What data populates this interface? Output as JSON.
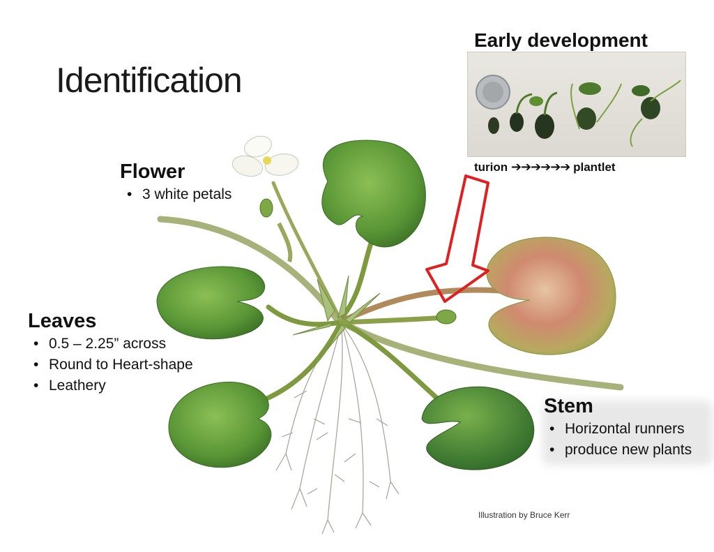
{
  "slide": {
    "title": "Identification",
    "flower": {
      "heading": "Flower",
      "bullets": [
        "3 white petals"
      ]
    },
    "leaves": {
      "heading": "Leaves",
      "bullets": [
        "0.5 – 2.25” across",
        "Round to Heart-shape",
        "Leathery"
      ]
    },
    "stem": {
      "heading": "Stem",
      "bullets": [
        "Horizontal runners",
        "produce new plants"
      ]
    },
    "early": {
      "heading": "Early development",
      "start_label": "turion",
      "arrows": "➔➔➔➔➔➔",
      "end_label": "plantlet"
    },
    "credit": "Illustration by Bruce Kerr"
  },
  "colors": {
    "leaf": "#5f9a3a",
    "leaf_dark": "#3f7a2a",
    "callout_arrow": "#e02020",
    "stem": "#8a9a4a"
  },
  "icons": {
    "callout": "hollow-red-arrow-icon",
    "flow_arrow": "right-arrow-icon"
  }
}
